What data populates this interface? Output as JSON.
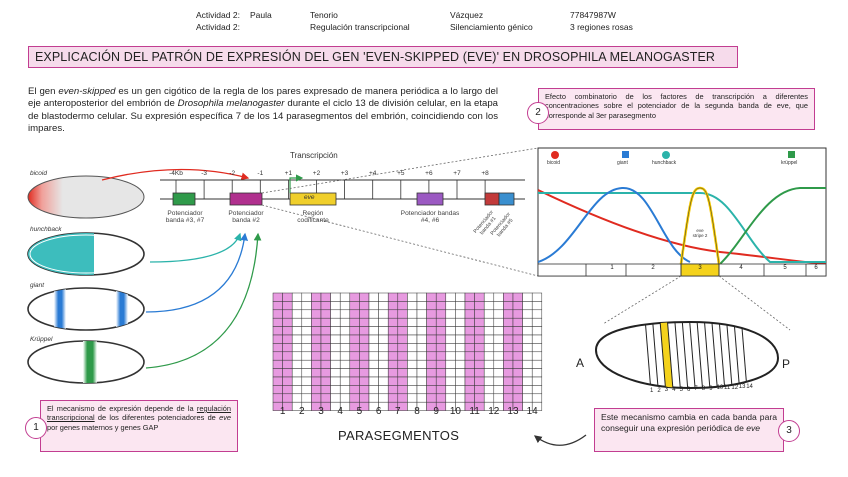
{
  "header": {
    "row1": {
      "activity": "Actividad 2:",
      "name": "Paula",
      "topic": "Tenorio",
      "surname": "Vázquez",
      "id": "77847987W"
    },
    "row2": {
      "activity": "Actividad 2:",
      "topic": "Regulación transcripcional",
      "subtopic": "Silenciamiento génico",
      "regions": "3 regiones rosas"
    }
  },
  "title": "EXPLICACIÓN DEL PATRÓN DE EXPRESIÓN DEL GEN 'EVEN-SKIPPED (EVE)' EN DROSOPHILA MELANOGASTER",
  "intro": {
    "p1": "El gen ",
    "gene": "even-skipped",
    "p2": " es un gen cigótico de la regla de los pares expresado de manera periódica a lo largo del eje anteroposterior del embrión de ",
    "species": "Drosophila melanogaster",
    "p3": " durante el ciclo 13 de división celular, en la etapa de blastodermo celular. Su expresión específica 7 de los 14 parasegmentos del embrión, coincidiendo con los impares."
  },
  "box2": {
    "number": "2",
    "text": "Efecto combinatorio de los factores de transcripción a diferentes concentraciones sobre el potenciador de la segunda banda de eve, que corresponde al 3er parasegmento"
  },
  "box1": {
    "number": "1",
    "t1": "El mecanismo de expresión depende de la ",
    "link": "regulación transcripcional",
    "t2": " de los diferentes potenciadores de ",
    "eve": "eve",
    "t3": " por genes maternos y genes GAP"
  },
  "box3": {
    "number": "3",
    "t1": "Este mecanismo cambia en cada banda para conseguir una expresión periódica de ",
    "eve": "eve"
  },
  "embryos": [
    "bicoid",
    "hunchback",
    "giant",
    "Krüppel"
  ],
  "gene_map": {
    "transcription": "Transcripción",
    "ticks": [
      "-4Kb",
      "-3",
      "-2",
      "-1",
      "+1",
      "+2",
      "+3",
      "+4",
      "+5",
      "+6",
      "+7",
      "+8"
    ],
    "eve": "eve",
    "labels": {
      "enh37": "Potenciador banda #3, #7",
      "enh2": "Potenciador banda #2",
      "coding": "Región codificante",
      "enh46": "Potenciador bandas #4, #6",
      "enh1": "Potenciador banda #1",
      "enh5": "Potenciador banda #5"
    }
  },
  "gradient_chart": {
    "legend": [
      "bicoid",
      "giant",
      "hunchback",
      "krüppel"
    ],
    "band_label": "eve stripe 2",
    "segments": [
      "1",
      "2",
      "3",
      "4",
      "5",
      "6"
    ],
    "colors": {
      "bicoid": "#e02b20",
      "giant": "#2a7bd4",
      "hunchback": "#2bb3aa",
      "kruppel": "#2f9a4a",
      "eve": "#f4d21c"
    }
  },
  "parasegments": {
    "label": "PARASEGMENTOS",
    "numbers": [
      "1",
      "2",
      "3",
      "4",
      "5",
      "6",
      "7",
      "8",
      "9",
      "10",
      "11",
      "12",
      "13",
      "14"
    ]
  },
  "embryo_ap": {
    "anterior": "A",
    "posterior": "P",
    "numbers": [
      "1",
      "2",
      "3",
      "4",
      "5",
      "6",
      "7",
      "8",
      "9",
      "10",
      "11",
      "12",
      "13",
      "14"
    ]
  }
}
